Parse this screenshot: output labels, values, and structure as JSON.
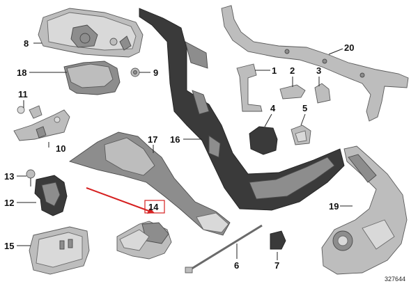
{
  "diagram": {
    "reference_number": "327644",
    "highlight_color": "#d62020",
    "highlighted_part": "14",
    "callouts": [
      {
        "id": "c1",
        "label": "1"
      },
      {
        "id": "c2",
        "label": "2"
      },
      {
        "id": "c3",
        "label": "3"
      },
      {
        "id": "c4",
        "label": "4"
      },
      {
        "id": "c5",
        "label": "5"
      },
      {
        "id": "c6",
        "label": "6"
      },
      {
        "id": "c7",
        "label": "7"
      },
      {
        "id": "c8",
        "label": "8"
      },
      {
        "id": "c9",
        "label": "9"
      },
      {
        "id": "c10",
        "label": "10"
      },
      {
        "id": "c11",
        "label": "11"
      },
      {
        "id": "c12",
        "label": "12"
      },
      {
        "id": "c13",
        "label": "13"
      },
      {
        "id": "c14",
        "label": "14"
      },
      {
        "id": "c15",
        "label": "15"
      },
      {
        "id": "c16",
        "label": "16"
      },
      {
        "id": "c17",
        "label": "17"
      },
      {
        "id": "c18",
        "label": "18"
      },
      {
        "id": "c19",
        "label": "19"
      },
      {
        "id": "c20",
        "label": "20"
      }
    ]
  }
}
